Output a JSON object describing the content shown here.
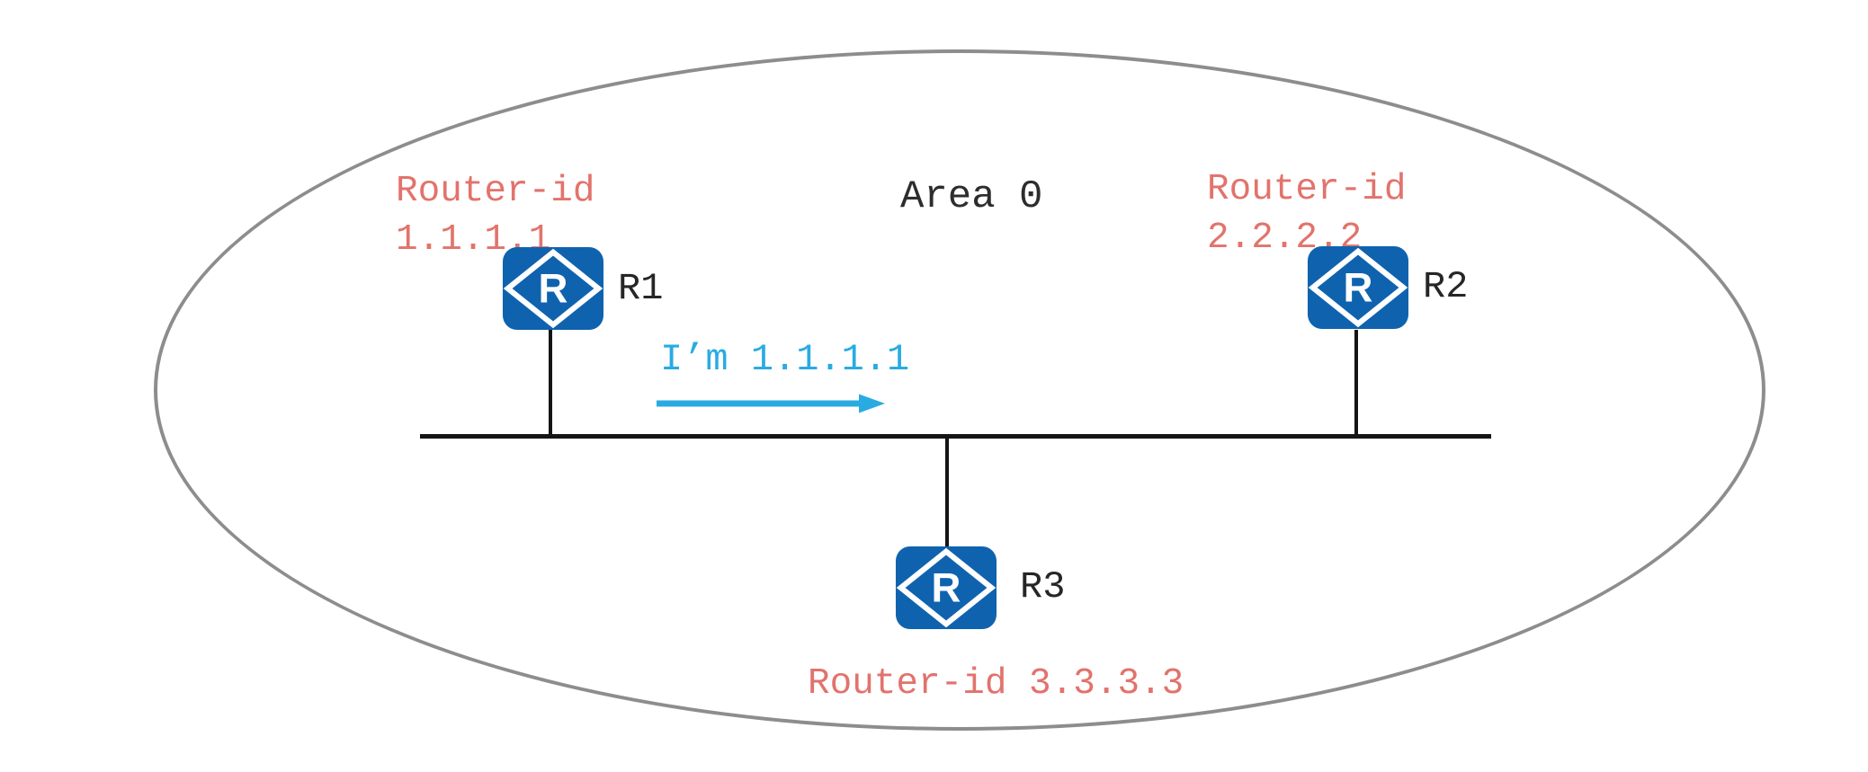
{
  "area": {
    "label": "Area 0"
  },
  "announcement": {
    "text": "I’m 1.1.1.1"
  },
  "routers": [
    {
      "name": "R1",
      "router_id_label": "Router-id",
      "router_id_value": "1.1.1.1",
      "icon_letter": "R"
    },
    {
      "name": "R2",
      "router_id_label": "Router-id",
      "router_id_value": "2.2.2.2",
      "icon_letter": "R"
    },
    {
      "name": "R3",
      "router_id_label": "Router-id",
      "router_id_value": "3.3.3.3",
      "icon_letter": "R"
    }
  ],
  "colors": {
    "router_blue": "#0f63ae",
    "label_red": "#e2736c",
    "announce_cyan": "#29abe2",
    "ellipse_gray": "#8d8d8d",
    "line_black": "#151515"
  }
}
